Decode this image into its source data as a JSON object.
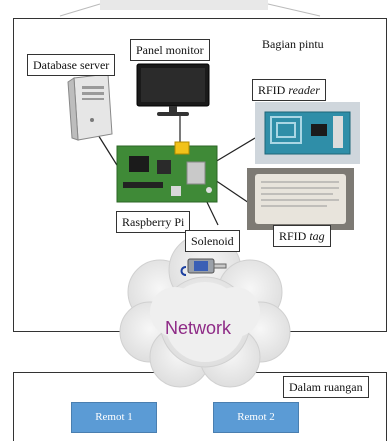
{
  "labels": {
    "database_server": "Database server",
    "panel_monitor": "Panel monitor",
    "bagian_pintu": "Bagian pintu",
    "rfid_reader_prefix": "RFID ",
    "rfid_reader_italic": "reader",
    "rfid_tag_prefix": "RFID ",
    "rfid_tag_italic": "tag",
    "raspberry_pi": "Raspberry Pi",
    "solenoid": "Solenoid",
    "network": "Network",
    "dalam_ruangan": "Dalam ruangan"
  },
  "remotes": [
    {
      "label": "Remot 1"
    },
    {
      "label": "Remot 2"
    }
  ],
  "colors": {
    "network_text": "#8e2a86",
    "remote_fill": "#5b9bd5",
    "pcb_green": "#3f8a37",
    "cloud": "#e7e7e7"
  }
}
